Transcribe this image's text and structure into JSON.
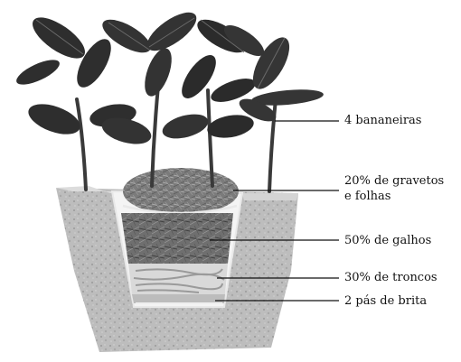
{
  "labels": {
    "banana": "4 bananeiras",
    "layer_leaves_line1": "20% de gravetos",
    "layer_leaves_line2": "e folhas",
    "layer_branches": "50% de galhos",
    "layer_trunks": "30% de troncos",
    "layer_gravel": "2 pás de brita"
  },
  "colors": {
    "soil": "#b9b9b9",
    "soil_dark": "#8f8f8f",
    "leaf": "#2e2e2e",
    "leaf_mid": "#4a4a4a",
    "stem": "#3a3a3a",
    "straw": "#9a9a9a",
    "wood": "#cfcfcf",
    "leader_line": "#111111"
  }
}
